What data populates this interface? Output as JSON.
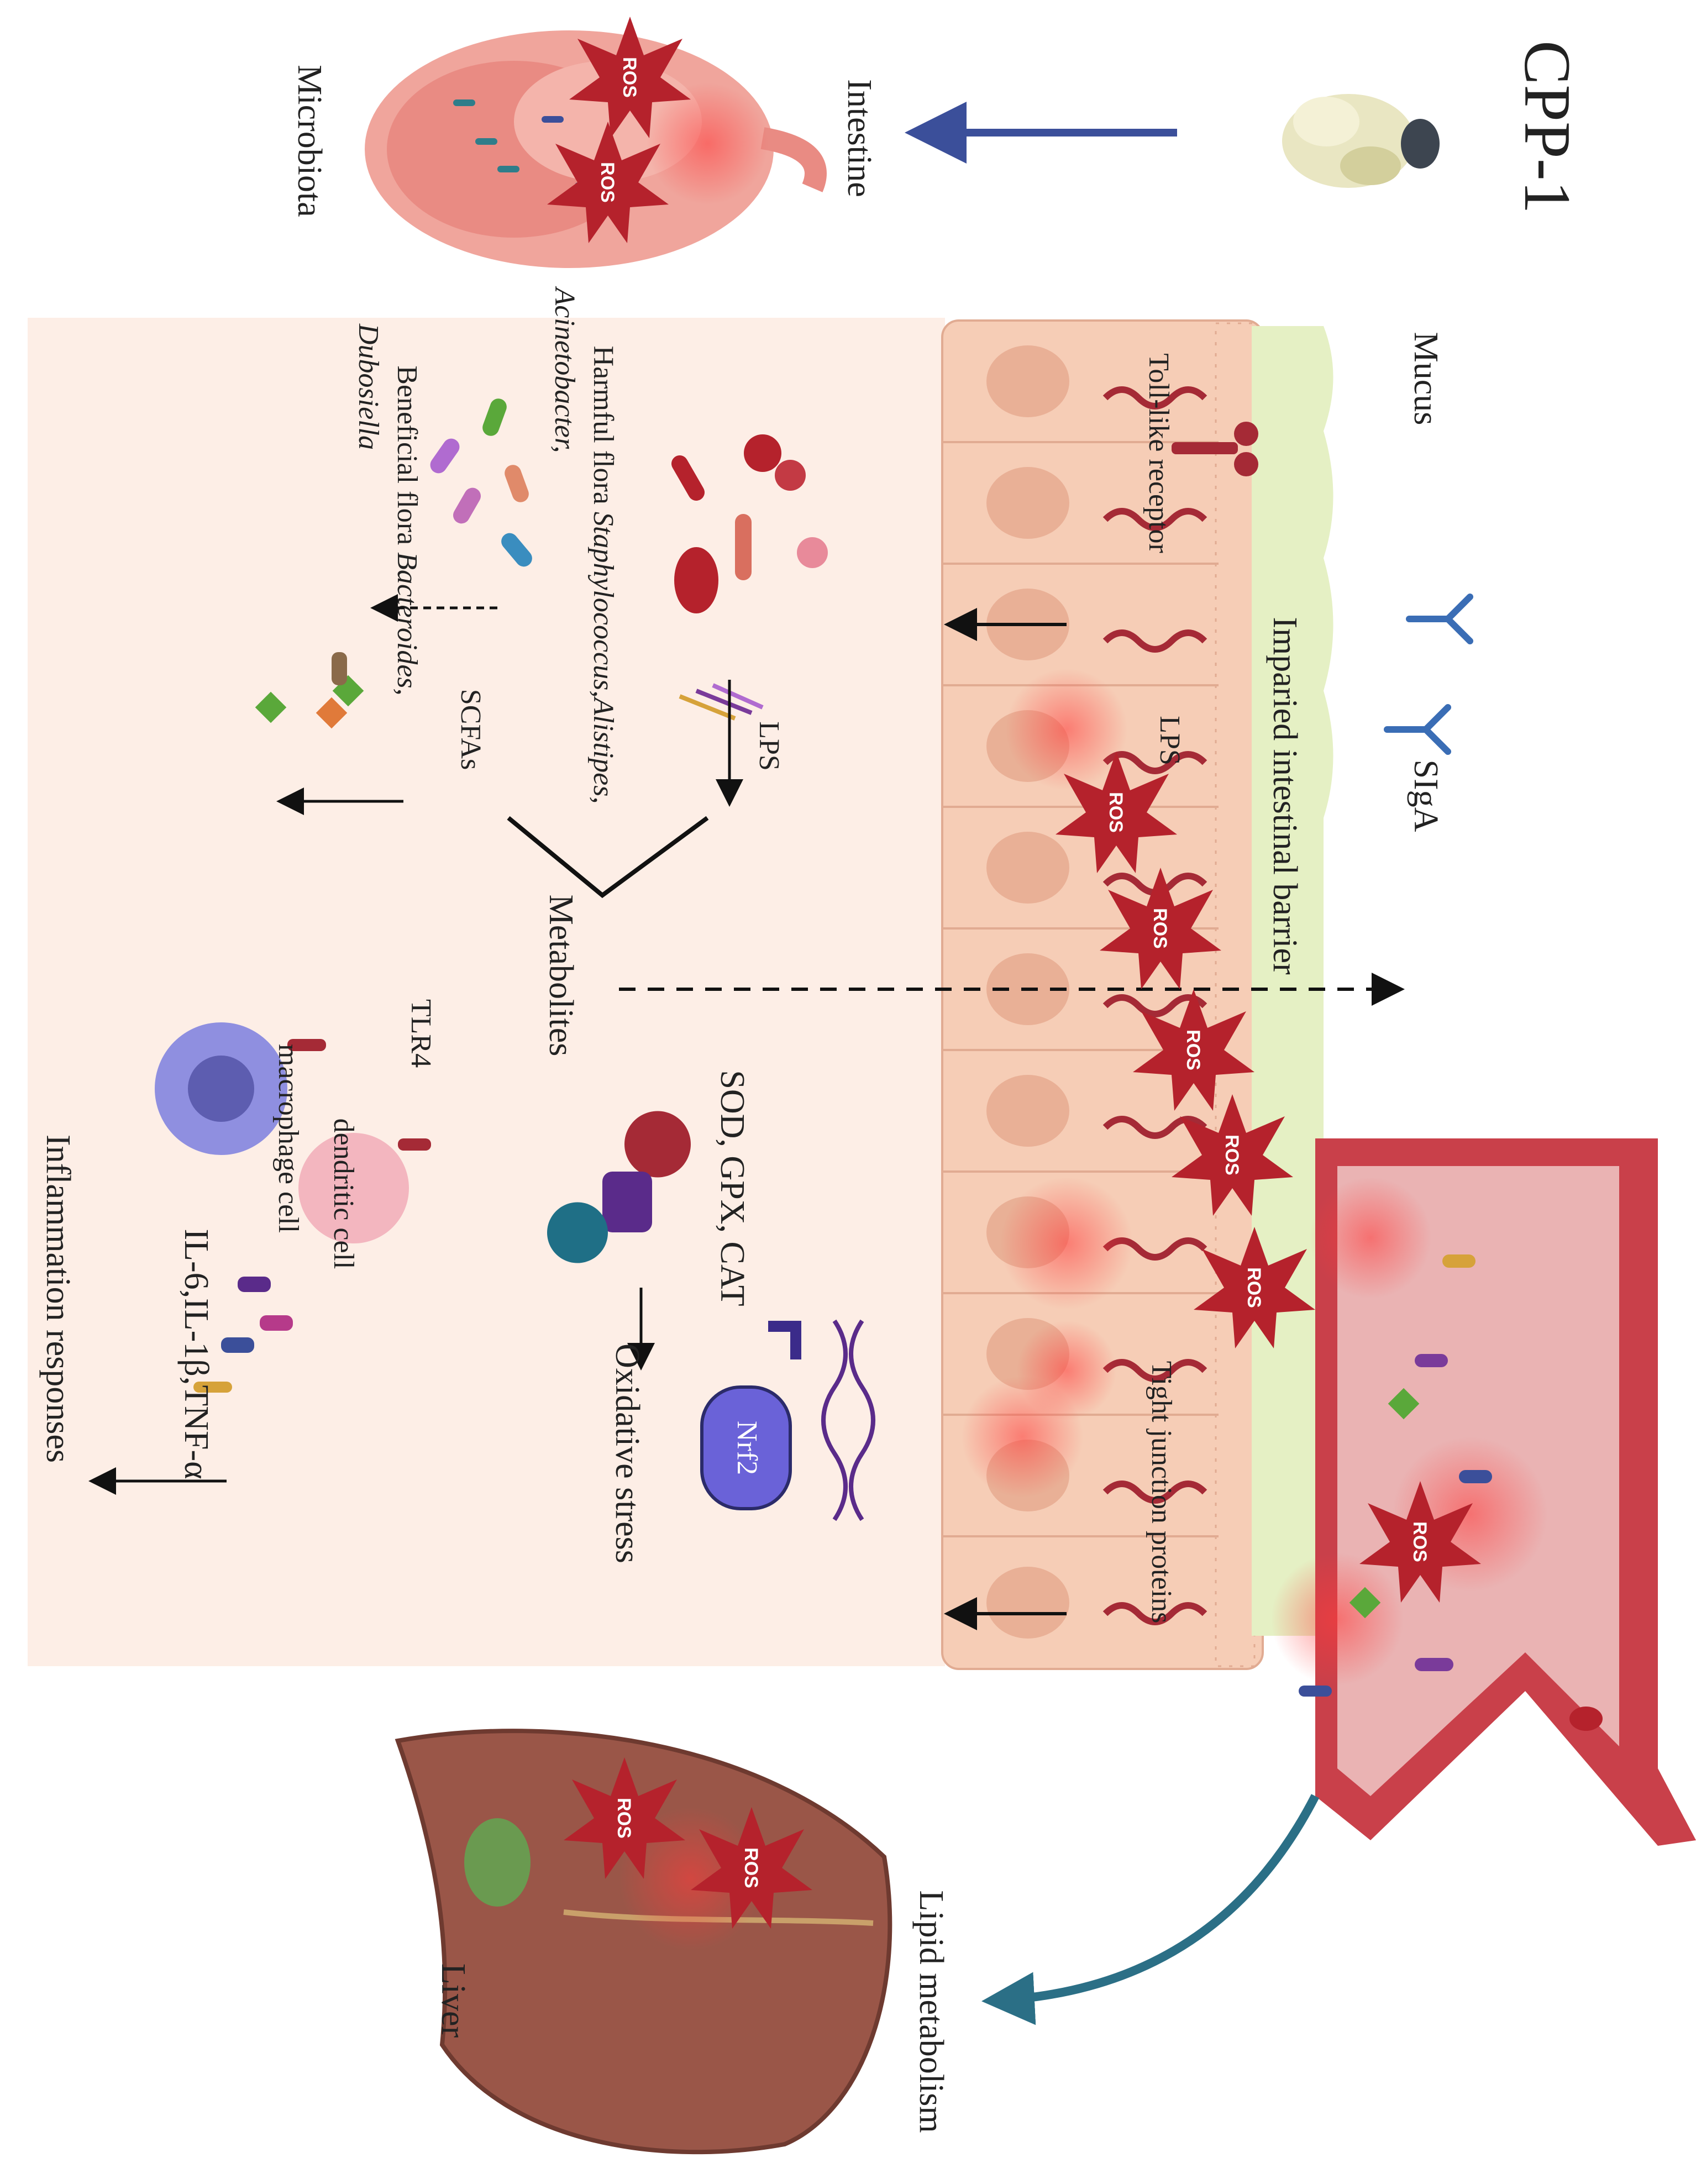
{
  "labels": {
    "title": "CPP-1",
    "intestine": "Intestine",
    "microbiota": "Microbiota",
    "mucus": "Mucus",
    "siga": "SIgA",
    "toll_like_receptor": "Toll-like receptor",
    "impaired_barrier": "Imparied intestinal barrier",
    "lps_barrier": "LPS",
    "tight_junction": "Tight junction proteins",
    "harmful_flora_line1_a": "Harmful flora ",
    "harmful_flora_line1_b": "Staphylococcus,Alistipes,",
    "harmful_flora_line2": "Acinetobacter,",
    "beneficial_flora_line1_a": "Beneficial flora ",
    "beneficial_flora_line1_b": "Bacteroides,",
    "beneficial_flora_line2": "Dubosiella",
    "lps": "LPS",
    "scfas": "SCFAs",
    "metabolites": "Metabolites",
    "enzymes": "SOD, GPX, CAT",
    "nrf2": "Nrf2",
    "oxidative_stress": "Oxidative stress",
    "tlr4": "TLR4",
    "macrophage": "macrophage cell",
    "dendritic": "dendritic cell",
    "cytokines": "IL-6,IL-1β,TNF-α",
    "inflammation": "Inflammation responses",
    "lipid_metabolism": "Lipid metabolism",
    "liver": "Liver",
    "ros": "ROS"
  },
  "colors": {
    "epithelium": "#f6cdb6",
    "mucus": "#e5f0c4",
    "panel": "#fdeee6",
    "vessel": "#c9404a",
    "ros": "#b5222c",
    "liver": "#9a5648",
    "arrow_blue": "#3b4f9a",
    "arrow_teal": "#2b6f86"
  }
}
